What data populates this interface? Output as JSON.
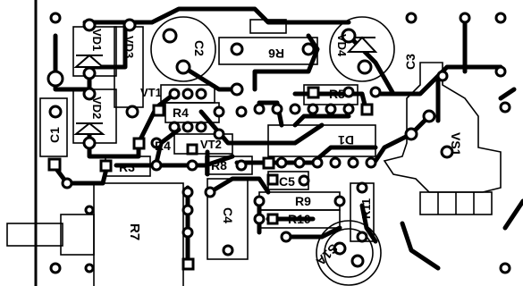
{
  "board": {
    "title": "",
    "labels": {
      "vd1": "VD1",
      "vd2": "VD2",
      "vd3": "VD3",
      "vd4": "VD4",
      "c1": "C1",
      "c2": "C2",
      "c3": "C3",
      "c4": "C4",
      "c5": "C5",
      "r3": "R3",
      "r4": "R4",
      "r5": "R5",
      "r6": "R6",
      "r7": "R7",
      "r8": "R8",
      "r9": "R9",
      "r10": "R10",
      "r11": "R11",
      "vt1": "VT1",
      "vt2": "VT2",
      "d1": "D1",
      "vs1": "VS1",
      "s1a": "S1A"
    }
  }
}
